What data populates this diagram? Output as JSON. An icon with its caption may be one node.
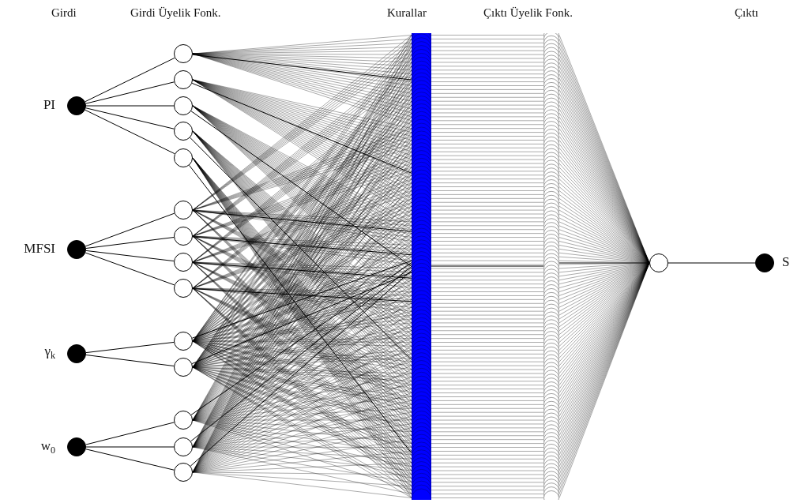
{
  "diagram": {
    "nodes": [
      {
        "text": [],
        "shape": "circle",
        "beside": [
          "PI"
        ]
      },
      {
        "text": [],
        "shape": "circle",
        "beside": [
          "MFSI"
        ]
      },
      {
        "text": [],
        "shape": "circle",
        "beside": [
          "γ$_{k}$"
        ]
      },
      {
        "text": [],
        "shape": "circle",
        "beside": [
          "w$_{0}$"
        ]
      },
      {
        "text": [],
        "shape": "circle"
      },
      {
        "text": [],
        "shape": "circle"
      },
      {
        "text": [],
        "shape": "circle"
      },
      {
        "text": [],
        "shape": "circle"
      },
      {
        "text": [],
        "shape": "circle"
      },
      {
        "text": [],
        "shape": "circle"
      },
      {
        "text": [],
        "shape": "circle"
      },
      {
        "text": [],
        "shape": "circle"
      },
      {
        "text": [],
        "shape": "circle"
      },
      {
        "text": [],
        "shape": "circle"
      },
      {
        "text": [],
        "shape": "circle"
      },
      {
        "text": [],
        "shape": "circle"
      },
      {
        "text": [],
        "shape": "circle"
      },
      {
        "text": [],
        "shape": "circle"
      },
      {
        "text": [],
        "shape": "bar"
      },
      {
        "text": [],
        "shape": "bar"
      },
      {
        "text": [],
        "shape": "circle"
      },
      {
        "text": [],
        "shape": "circle",
        "beside": [
          "S"
        ]
      }
    ],
    "edges": [
      {
        "from": 0,
        "to": 4,
        "arrow": "none"
      },
      {
        "from": 0,
        "to": 5,
        "arrow": "none"
      },
      {
        "from": 0,
        "to": 6,
        "arrow": "none"
      },
      {
        "from": 0,
        "to": 7,
        "arrow": "none"
      },
      {
        "from": 0,
        "to": 8,
        "arrow": "none"
      },
      {
        "from": 1,
        "to": 9,
        "arrow": "none"
      },
      {
        "from": 1,
        "to": 10,
        "arrow": "none"
      },
      {
        "from": 1,
        "to": 11,
        "arrow": "none"
      },
      {
        "from": 1,
        "to": 12,
        "arrow": "none"
      },
      {
        "from": 2,
        "to": 13,
        "arrow": "none"
      },
      {
        "from": 2,
        "to": 14,
        "arrow": "none"
      },
      {
        "from": 3,
        "to": 15,
        "arrow": "none"
      },
      {
        "from": 3,
        "to": 16,
        "arrow": "none"
      },
      {
        "from": 3,
        "to": 17,
        "arrow": "none"
      },
      {
        "from": 4,
        "to": 18,
        "arrow": "none"
      },
      {
        "from": 5,
        "to": 18,
        "arrow": "none"
      },
      {
        "from": 6,
        "to": 18,
        "arrow": "none"
      },
      {
        "from": 7,
        "to": 18,
        "arrow": "none"
      },
      {
        "from": 8,
        "to": 18,
        "arrow": "none"
      },
      {
        "from": 9,
        "to": 18,
        "arrow": "none"
      },
      {
        "from": 10,
        "to": 18,
        "arrow": "none"
      },
      {
        "from": 11,
        "to": 18,
        "arrow": "none"
      },
      {
        "from": 12,
        "to": 18,
        "arrow": "none"
      },
      {
        "from": 13,
        "to": 18,
        "arrow": "none"
      },
      {
        "from": 14,
        "to": 18,
        "arrow": "none"
      },
      {
        "from": 15,
        "to": 18,
        "arrow": "none"
      },
      {
        "from": 16,
        "to": 18,
        "arrow": "none"
      },
      {
        "from": 17,
        "to": 18,
        "arrow": "none"
      },
      {
        "from": 18,
        "to": 19,
        "arrow": "none"
      },
      {
        "from": 19,
        "to": 20,
        "arrow": "none"
      },
      {
        "from": 20,
        "to": 21,
        "arrow": "none"
      }
    ],
    "labels": [
      "Girdi",
      "Girdi Üyelik Fonk.",
      "Kurallar",
      "Çıktı Üyelik Fonk.",
      "Çıktı"
    ]
  }
}
